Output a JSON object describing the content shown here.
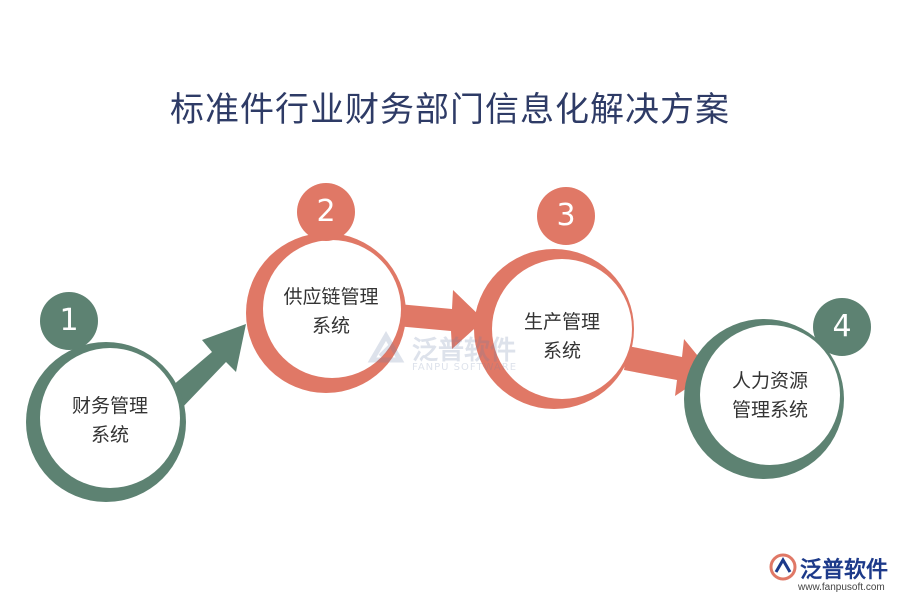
{
  "title": "标准件行业财务部门信息化解决方案",
  "colors": {
    "green": "#5d8272",
    "coral": "#e07866",
    "title": "#2e3b66"
  },
  "steps": [
    {
      "number": "1",
      "line1": "财务管理",
      "line2": "系统",
      "color": "green"
    },
    {
      "number": "2",
      "line1": "供应链管理",
      "line2": "系统",
      "color": "coral"
    },
    {
      "number": "3",
      "line1": "生产管理",
      "line2": "系统",
      "color": "coral"
    },
    {
      "number": "4",
      "line1": "人力资源",
      "line2": "管理系统",
      "color": "green"
    }
  ],
  "watermark": {
    "name": "泛普软件",
    "subtitle": "FANPU SOFTWARE"
  },
  "brand": {
    "name": "泛普软件",
    "url": "www.fanpusoft.com"
  }
}
